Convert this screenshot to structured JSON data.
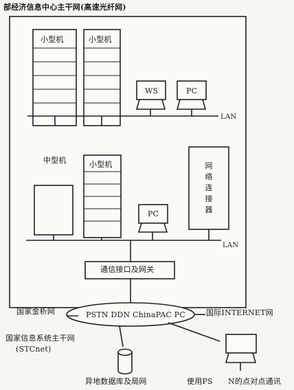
{
  "title": "部经济信息中心主干网(高速光纤网)",
  "top_group": {
    "cabinet_1_label": "小型机",
    "cabinet_2_label": "小型机",
    "ws_label": "WS",
    "pc_label": "PC",
    "lan_label": "LAN"
  },
  "bottom_group": {
    "midsize_label": "中型机",
    "cabinet_3_label": "小型机",
    "pc_label": "PC",
    "connector_label": "网络连接器",
    "lan_label": "LAN"
  },
  "gateway_label": "通信接口及网关",
  "wan_label": "PSTN DDN ChinaPAC PC",
  "national_finance_net": "国家金析网",
  "national_info_backbone": "国家信息系统主干网",
  "stcnet": "(STCnet)",
  "internet_label": "国际INTERNET网",
  "remote_db_label": "异地数据库及局网",
  "ps_label": "使用PS",
  "p2p_label": "N的点对点通讯"
}
